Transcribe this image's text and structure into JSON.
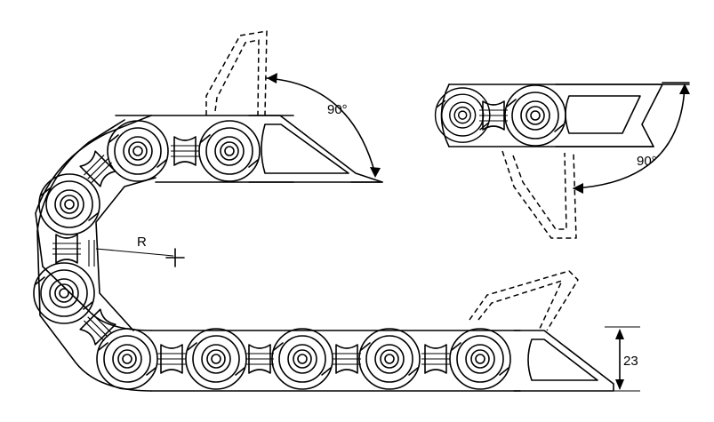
{
  "diagram": {
    "labels": {
      "angle_main": "90°",
      "angle_detail": "90°",
      "radius": "R",
      "height_value": "23"
    },
    "colors": {
      "line": "#000000",
      "background": "#ffffff"
    },
    "icons": [
      "crosshair-icon",
      "arrowhead-icon"
    ]
  }
}
